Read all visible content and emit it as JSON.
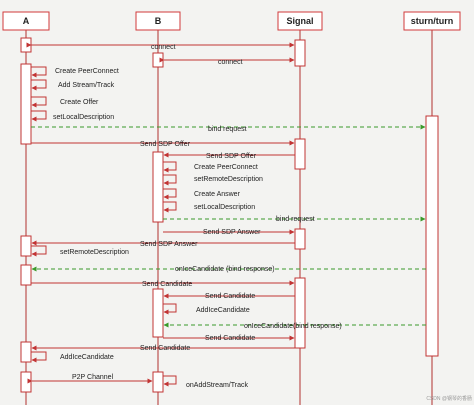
{
  "participants": [
    {
      "id": "A",
      "label": "A"
    },
    {
      "id": "B",
      "label": "B"
    },
    {
      "id": "Signal",
      "label": "Signal"
    },
    {
      "id": "stun",
      "label": "sturn/turn"
    }
  ],
  "messages": {
    "connect_a": "connect",
    "connect_b": "connect",
    "create_peer_a": "Create PeerConnect",
    "add_stream_a": "Add Stream/Track",
    "create_offer": "Create Offer",
    "set_local_a": "setLocalDescription",
    "bind_request_a": "bind request",
    "send_offer_a": "Send SDP Offer",
    "send_offer_b": "Send SDP Offer",
    "create_peer_b": "Create PeerConnect",
    "set_remote_b": "setRemoteDescription",
    "create_answer": "Create Answer",
    "set_local_b": "setLocalDescription",
    "bind_request_b": "bind request",
    "send_answer_b": "Send SDP Answer",
    "send_answer_a": "Send SDP Answer",
    "set_remote_a": "setRemoteDescription",
    "onice_a": "onIceCandidate  (bind response)",
    "send_cand_a": "Send Candidate",
    "send_cand_a2": "Send Candidate",
    "add_ice_b": "AddIceCandidate",
    "onice_b": "onIceCandidate(bind response)",
    "send_cand_b": "Send Candidate",
    "send_cand_b2": "Send Candidate",
    "add_ice_a": "AddIceCandidate",
    "p2p": "P2P Channel",
    "on_add_stream": "onAddStream/Track"
  },
  "watermark": "CSDN @钢琴的香肠",
  "colors": {
    "solid": "#c23434",
    "dashed": "#3a9a2a",
    "box": "#d23a3a"
  }
}
